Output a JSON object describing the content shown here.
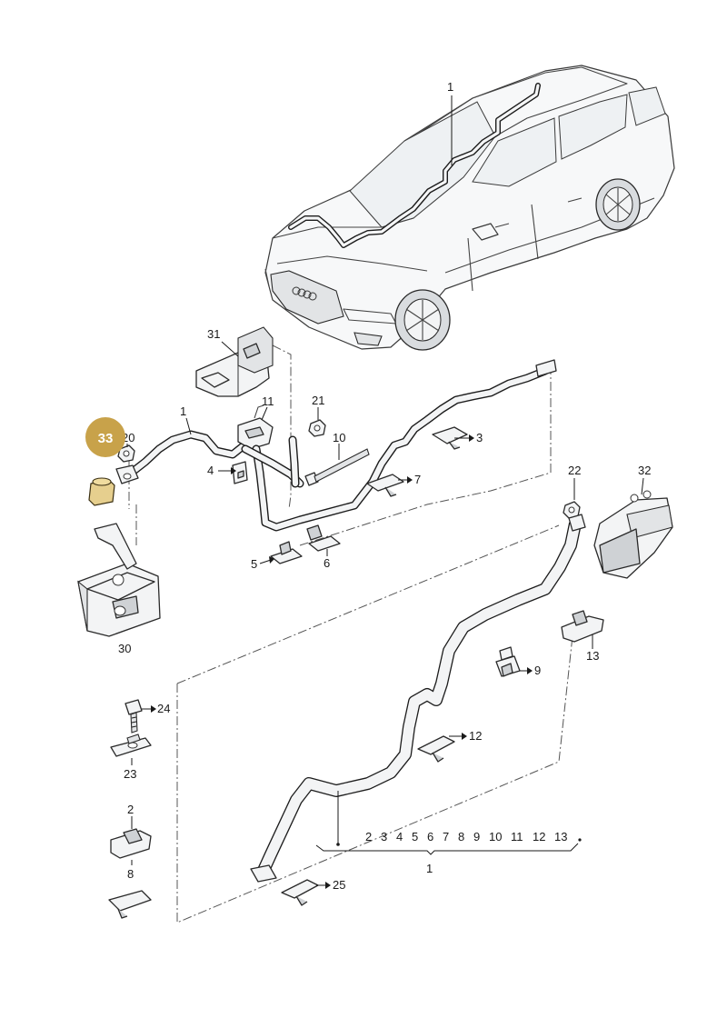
{
  "diagram": {
    "highlight": {
      "number": "33",
      "color": "#c8a24a"
    },
    "callouts": {
      "c1_top": "1",
      "c31": "31",
      "c1_mid": "1",
      "c11": "11",
      "c21": "21",
      "c20": "20",
      "c10": "10",
      "c3": "3",
      "c4": "4",
      "c7": "7",
      "c22": "22",
      "c32": "32",
      "c5": "5",
      "c6": "6",
      "c30": "30",
      "c13": "13",
      "c9": "9",
      "c24": "24",
      "c12": "12",
      "c23": "23",
      "c2": "2",
      "c8": "8",
      "c25": "25",
      "c1_bottom": "1"
    },
    "group_numbers": [
      "2",
      "3",
      "4",
      "5",
      "6",
      "7",
      "8",
      "9",
      "10",
      "11",
      "12",
      "13"
    ]
  }
}
